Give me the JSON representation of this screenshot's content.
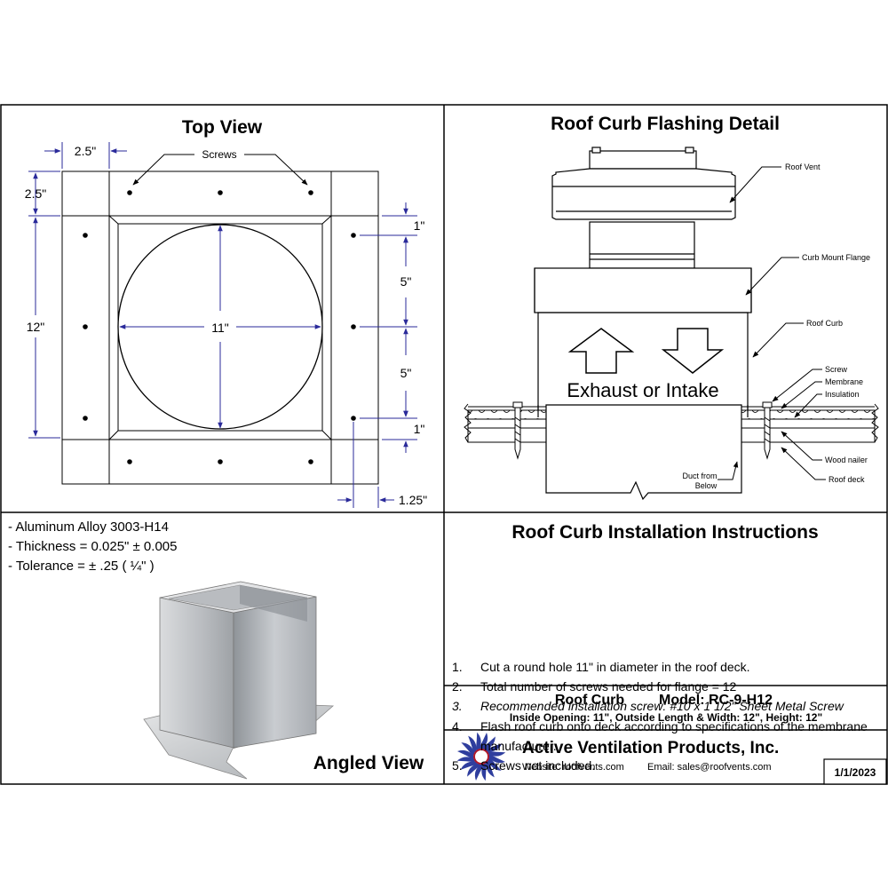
{
  "top_view": {
    "title": "Top View",
    "screws_label": "Screws",
    "dims": {
      "flange_width": "2.5\"",
      "flange_height": "2.5\"",
      "outside_length": "12\"",
      "inside_opening": "11\"",
      "edge_offset_top": "1\"",
      "spacing_upper": "5\"",
      "spacing_lower": "5\"",
      "edge_offset_bottom": "1\"",
      "edge_offset_side": "1.25\""
    }
  },
  "flashing_detail": {
    "title": "Roof Curb Flashing Detail",
    "center_label": "Exhaust or Intake",
    "callouts": {
      "roof_vent": "Roof Vent",
      "curb_mount_flange": "Curb Mount Flange",
      "roof_curb": "Roof Curb",
      "screw": "Screw",
      "membrane": "Membrane",
      "insulation": "Insulation",
      "wood_nailer": "Wood nailer",
      "roof_deck": "Roof deck",
      "duct_line1": "Duct from",
      "duct_line2": "Below"
    }
  },
  "specs": {
    "material": "- Aluminum Alloy 3003-H14",
    "thickness": "- Thickness = 0.025\" ± 0.005",
    "tolerance": "- Tolerance =  ± .25 ( ¼\" )",
    "angled_view_label": "Angled View"
  },
  "instructions": {
    "title": "Roof Curb Installation Instructions",
    "items": [
      {
        "num": "1.",
        "text": "Cut a round hole 11\" in diameter in the roof deck."
      },
      {
        "num": "2.",
        "text": "Total number of screws needed for flange = 12"
      },
      {
        "num": "3.",
        "text": "Recommended installation screw: #10 x 1 1/2\" Sheet Metal Screw"
      },
      {
        "num": "4.",
        "text": "Flash roof curb onto deck according to specifications of the membrane manufacturer."
      },
      {
        "num": "5.",
        "text": "Screws not included."
      }
    ]
  },
  "product": {
    "name": "Roof Curb",
    "model": "Model: RC-9-H12",
    "dimensions": "Inside Opening: 11\",  Outside Length & Width: 12\",  Height: 12\""
  },
  "company": {
    "name": "Active Ventilation Products, Inc.",
    "website": "Website:  roofvents.com",
    "email": "Email:  sales@roofvents.com",
    "date": "1/1/2023"
  },
  "colors": {
    "dimension_blue": "#2a2a9a",
    "logo_blue": "#2f3e9e",
    "logo_red": "#b0182a"
  }
}
